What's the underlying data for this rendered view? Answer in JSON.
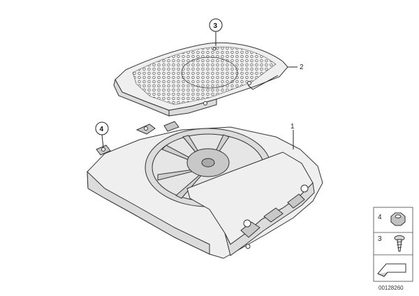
{
  "callouts": [
    {
      "id": "1",
      "label": "1"
    },
    {
      "id": "2",
      "label": "2"
    },
    {
      "id": "3",
      "label": "3"
    },
    {
      "id": "4",
      "label": "4"
    }
  ],
  "legend": {
    "items": [
      {
        "label": "4",
        "icon": "nut-icon"
      },
      {
        "label": "3",
        "icon": "screw-icon"
      }
    ],
    "arrow_icon": "arrow-icon"
  },
  "diagram_number": "00128260"
}
